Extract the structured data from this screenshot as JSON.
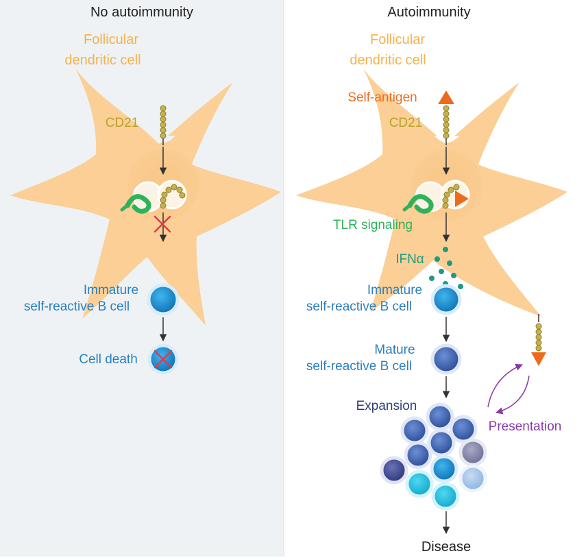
{
  "panels": {
    "left": {
      "title": "No autoimmunity",
      "cell_label_line1": "Follicular",
      "cell_label_line2": "dendritic cell",
      "cd21": "CD21",
      "immature_line1": "Immature",
      "immature_line2": "self-reactive B cell",
      "cell_death": "Cell death"
    },
    "right": {
      "title": "Autoimmunity",
      "cell_label_line1": "Follicular",
      "cell_label_line2": "dendritic cell",
      "self_antigen": "Self-antigen",
      "cd21": "CD21",
      "tlr": "TLR signaling",
      "ifn": "IFNα",
      "immature_line1": "Immature",
      "immature_line2": "self-reactive B cell",
      "mature_line1": "Mature",
      "mature_line2": "self-reactive B cell",
      "expansion": "Expansion",
      "presentation": "Presentation",
      "disease": "Disease"
    }
  },
  "colors": {
    "left_bg": "#eef2f4",
    "cell_fill": "#fbcf95",
    "cell_label": "#f6b24a",
    "cd21": "#b5a52a",
    "self_antigen": "#ec6b1c",
    "tlr": "#2fb35a",
    "ifn": "#1f9a80",
    "b_cell_text": "#2a7fbf",
    "expansion": "#2b3f7a",
    "presentation": "#8a3aa8",
    "block_x": "#e03a4a"
  }
}
